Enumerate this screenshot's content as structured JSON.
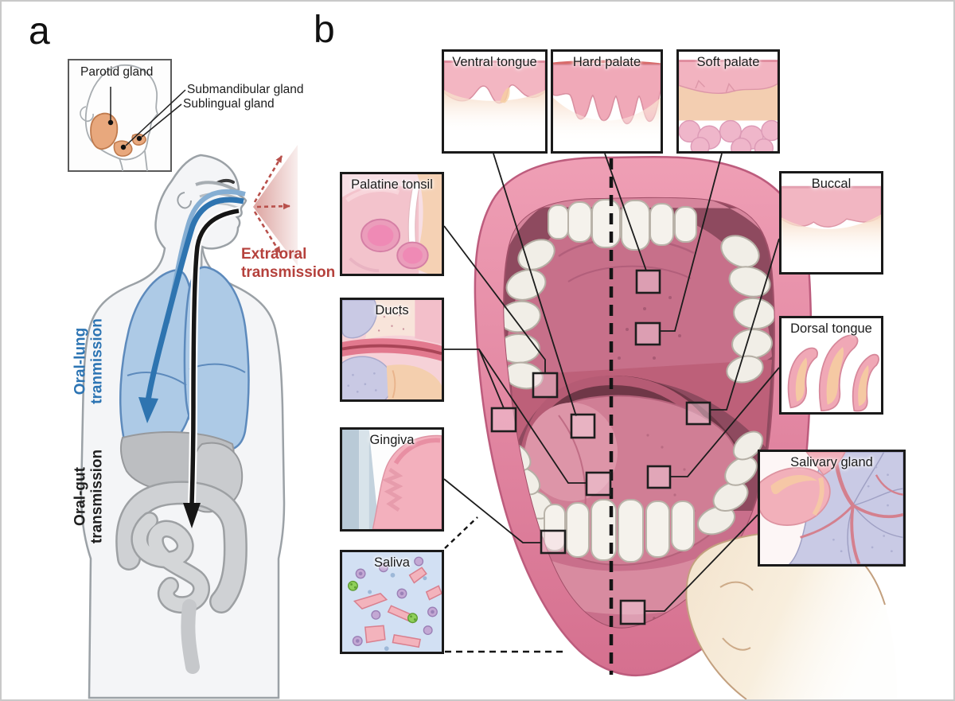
{
  "panels": {
    "a_label": "a",
    "b_label": "b"
  },
  "panel_a": {
    "gland_inset": {
      "parotid_label": "Parotid gland",
      "submandibular_label": "Submandibular gland",
      "sublingual_label": "Sublingual gland"
    },
    "transmissions": {
      "extraoral": {
        "label": "Extraoral\ntransmission",
        "color": "#b5413c"
      },
      "oral_lung": {
        "label": "Oral-lung\ntranmission",
        "color": "#2c74b3"
      },
      "oral_gut": {
        "label": "Oral-gut\ntransmission",
        "color": "#1f1f1f"
      }
    }
  },
  "panel_b": {
    "sites": [
      {
        "id": "ventral-tongue",
        "label": "Ventral tongue"
      },
      {
        "id": "hard-palate",
        "label": "Hard palate"
      },
      {
        "id": "soft-palate",
        "label": "Soft palate"
      },
      {
        "id": "palatine-tonsil",
        "label": "Palatine tonsil"
      },
      {
        "id": "ducts",
        "label": "Ducts"
      },
      {
        "id": "gingiva",
        "label": "Gingiva"
      },
      {
        "id": "saliva",
        "label": "Saliva"
      },
      {
        "id": "buccal",
        "label": "Buccal"
      },
      {
        "id": "dorsal-tongue",
        "label": "Dorsal tongue"
      },
      {
        "id": "salivary-gland",
        "label": "Salivary gland"
      }
    ]
  },
  "colors": {
    "extraoral_red": "#b5413c",
    "oral_lung_blue": "#2c74b3",
    "oral_gut_black": "#1f1f1f",
    "lung_fill": "#adcae6",
    "mouth_pink": "#e995ae",
    "gland_orange": "#e8a87d",
    "lavender": "#c9cae5"
  }
}
